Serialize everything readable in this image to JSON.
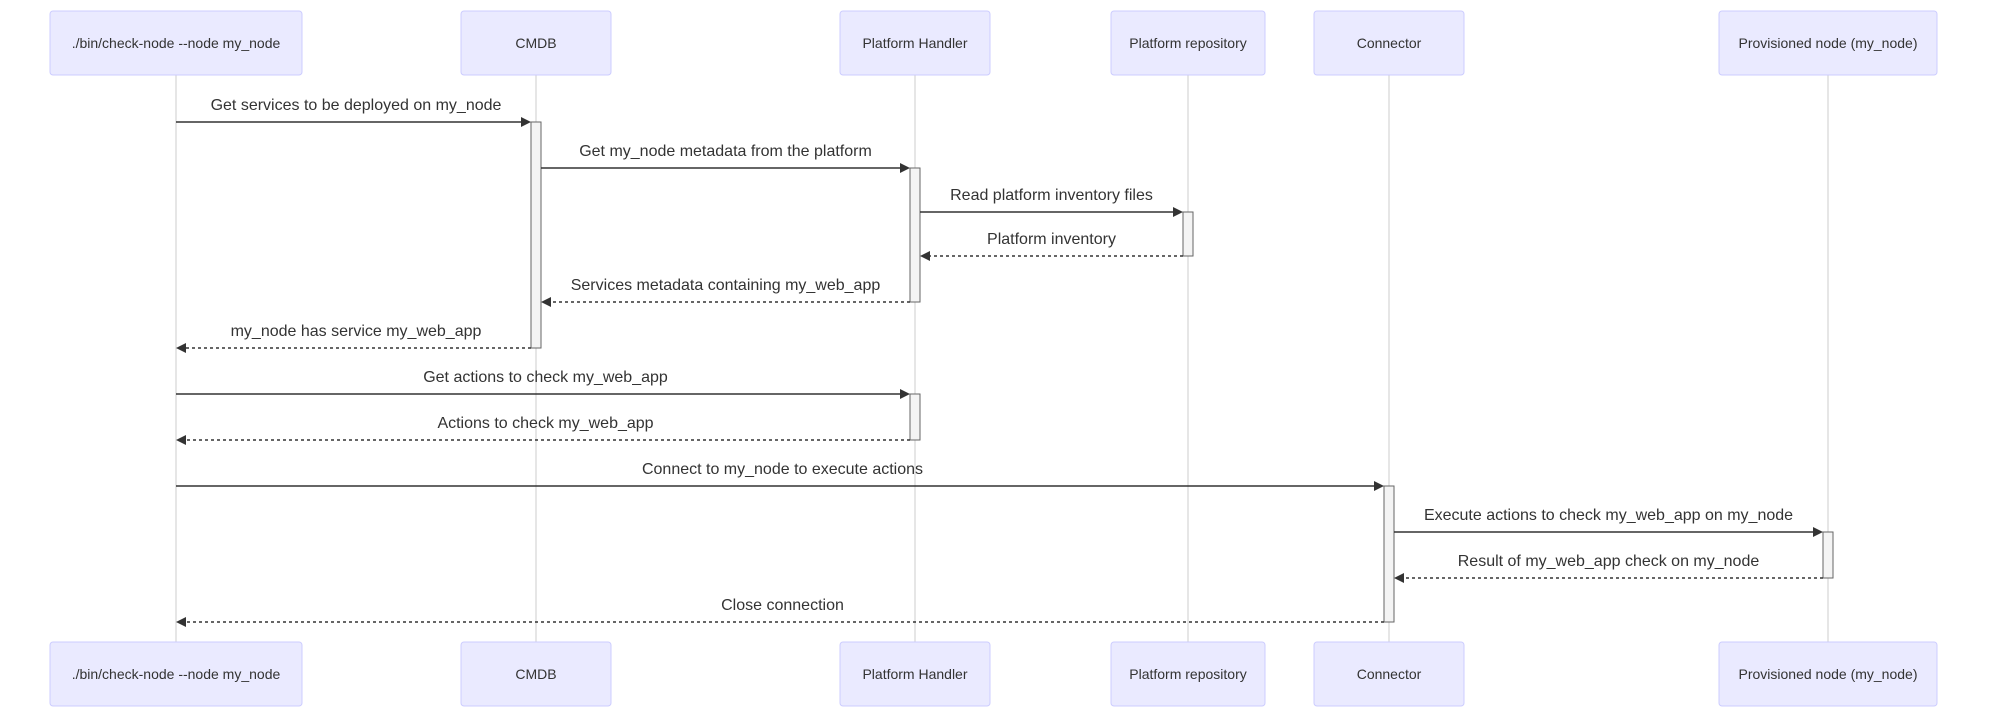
{
  "participants": [
    {
      "id": "check",
      "label": "./bin/check-node --node my_node"
    },
    {
      "id": "cmdb",
      "label": "CMDB"
    },
    {
      "id": "handler",
      "label": "Platform Handler"
    },
    {
      "id": "repo",
      "label": "Platform repository"
    },
    {
      "id": "connector",
      "label": "Connector"
    },
    {
      "id": "node",
      "label": "Provisioned node (my_node)"
    }
  ],
  "messages": [
    {
      "from": "check",
      "to": "cmdb",
      "label": "Get services to be deployed on my_node",
      "style": "solid"
    },
    {
      "from": "cmdb",
      "to": "handler",
      "label": "Get my_node metadata from the platform",
      "style": "solid"
    },
    {
      "from": "handler",
      "to": "repo",
      "label": "Read platform inventory files",
      "style": "solid"
    },
    {
      "from": "repo",
      "to": "handler",
      "label": "Platform inventory",
      "style": "dashed"
    },
    {
      "from": "handler",
      "to": "cmdb",
      "label": "Services metadata containing my_web_app",
      "style": "dashed"
    },
    {
      "from": "cmdb",
      "to": "check",
      "label": "my_node has service my_web_app",
      "style": "dashed"
    },
    {
      "from": "check",
      "to": "handler",
      "label": "Get actions to check my_web_app",
      "style": "solid"
    },
    {
      "from": "handler",
      "to": "check",
      "label": "Actions to check my_web_app",
      "style": "dashed"
    },
    {
      "from": "check",
      "to": "connector",
      "label": "Connect to my_node to execute actions",
      "style": "solid"
    },
    {
      "from": "connector",
      "to": "node",
      "label": "Execute actions to check my_web_app on my_node",
      "style": "solid"
    },
    {
      "from": "node",
      "to": "connector",
      "label": "Result of my_web_app check on my_node",
      "style": "dashed"
    },
    {
      "from": "connector",
      "to": "check",
      "label": "Close connection",
      "style": "dashed"
    }
  ],
  "activations": [
    {
      "participant": "cmdb",
      "from_message": 0,
      "to_message": 5
    },
    {
      "participant": "handler",
      "from_message": 1,
      "to_message": 4
    },
    {
      "participant": "repo",
      "from_message": 2,
      "to_message": 3
    },
    {
      "participant": "handler",
      "from_message": 6,
      "to_message": 7
    },
    {
      "participant": "connector",
      "from_message": 8,
      "to_message": 11
    },
    {
      "participant": "node",
      "from_message": 9,
      "to_message": 10
    }
  ]
}
